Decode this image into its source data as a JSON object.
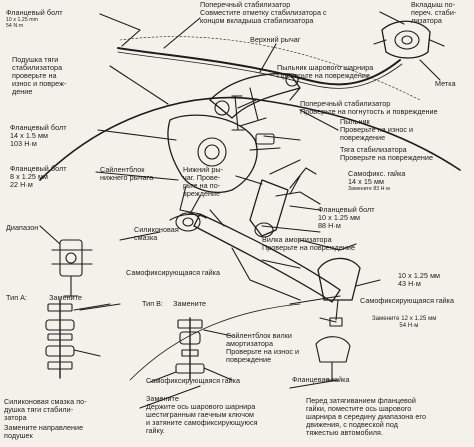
{
  "labels": {
    "flange_bolt_top": {
      "title": "Фланцевый болт",
      "spec": [
        "10 x 1.25 mm",
        "54 N·m"
      ]
    },
    "stabilizer_bar_top": {
      "lines": [
        "Поперечный стабилизатор",
        "Совместите отметку стабилизатора с",
        "концом вкладыша стабилизатора"
      ]
    },
    "bushings_top": {
      "lines": [
        "Вкладыш по-",
        "переч. стаби-",
        "лизатора"
      ]
    },
    "upper_arm": {
      "lines": [
        "Верхний рычаг"
      ]
    },
    "link_bushing": {
      "lines": [
        "Подушка тяги",
        "стабилизатора",
        "проверьте на",
        "износ и повреж-",
        "дение"
      ]
    },
    "ball_joint_boot": {
      "lines": [
        "Пыльник шарового шарнира",
        "Проверьте на повреждение"
      ]
    },
    "mark": {
      "lines": [
        "Метка"
      ]
    },
    "stabilizer_bar_mid": {
      "lines": [
        "Поперечный стабилизатор",
        "Проверьте на погнутость и повреждение"
      ]
    },
    "flange_bolt_left1": {
      "title": "Фланцевый болт",
      "spec": [
        "14 x 1.5 мм",
        "103 Н·м"
      ]
    },
    "boot_right": {
      "lines": [
        "Пыльник",
        "Проверьте на износ и",
        "повреждение"
      ]
    },
    "stabilizer_link": {
      "lines": [
        "Тяга стабилизатора",
        "Проверьте на повреждение"
      ]
    },
    "flange_bolt_left2": {
      "title": "Фланцевый болт",
      "spec": [
        "8 x 1.25 мм",
        "22 Н·м"
      ]
    },
    "lower_arm_bushing": {
      "lines": [
        "Сайлентблок",
        "нижнего рычага"
      ]
    },
    "lower_arm": {
      "lines": [
        "Нижний ры-",
        "чаг. Прове-",
        "рьте на по-",
        "вреждение"
      ]
    },
    "self_lock_nut_right": {
      "title": "Самофикс. гайка",
      "spec": [
        "14 x 15 мм"
      ],
      "note": "Замените 83 Н·м"
    },
    "flange_bolt_right": {
      "title": "Фланцевый болт",
      "spec": [
        "10 x 1.25 мм",
        "88 Н·м"
      ]
    },
    "range": {
      "lines": [
        "Диапазон"
      ]
    },
    "silicone_grease": {
      "lines": [
        "Силиконовая",
        "смазка"
      ]
    },
    "damper_fork": {
      "lines": [
        "Вилка амортизатора",
        "Проверьте на повреждение"
      ]
    },
    "self_lock_nut_mid": {
      "lines": [
        "Самофиксирующаяся гайка"
      ]
    },
    "spec_right": {
      "lines": [
        "10 x 1.25 мм",
        "43 Н·м"
      ]
    },
    "self_lock_nut_right2": {
      "lines": [
        "Самофиксирующаяся гайка"
      ]
    },
    "type_a": {
      "title": "Тип А:",
      "lines": [
        "Замените"
      ]
    },
    "type_b": {
      "title": "Тип B:",
      "lines": [
        "Замените"
      ]
    },
    "replace_spec": {
      "lines": [
        "Замените 12 x 1.25 мм",
        "54 Н·м"
      ]
    },
    "fork_bushing": {
      "lines": [
        "Сайлентблок вилки",
        "амортизатора",
        "Проверьте на износ и",
        "повреждение"
      ]
    },
    "self_lock_nut_bottom": {
      "lines": [
        "Самофиксирующаяся гайка"
      ]
    },
    "flange_nut": {
      "lines": [
        "Фланцевая гайка"
      ]
    },
    "silicone_cushion": {
      "lines": [
        "Силиконовая смазка по-",
        "душка тяги стабили-",
        "затора"
      ]
    },
    "replace_bottom": {
      "lines": [
        "Замените",
        "Держите ось шарового шарнира",
        "шестигранным гаечным ключом",
        "и затяните самофиксирующуюся",
        "гайку."
      ]
    },
    "cushion_dir": {
      "lines": [
        "Замените направление",
        "подушек"
      ]
    },
    "tighten_note": {
      "lines": [
        "Перед затягиванием фланцевой",
        "гайки, поместите ось шарового",
        "шарнира в середину диапазона его",
        "движения, с подвеской под",
        "тяжестью автомобиля."
      ]
    }
  }
}
